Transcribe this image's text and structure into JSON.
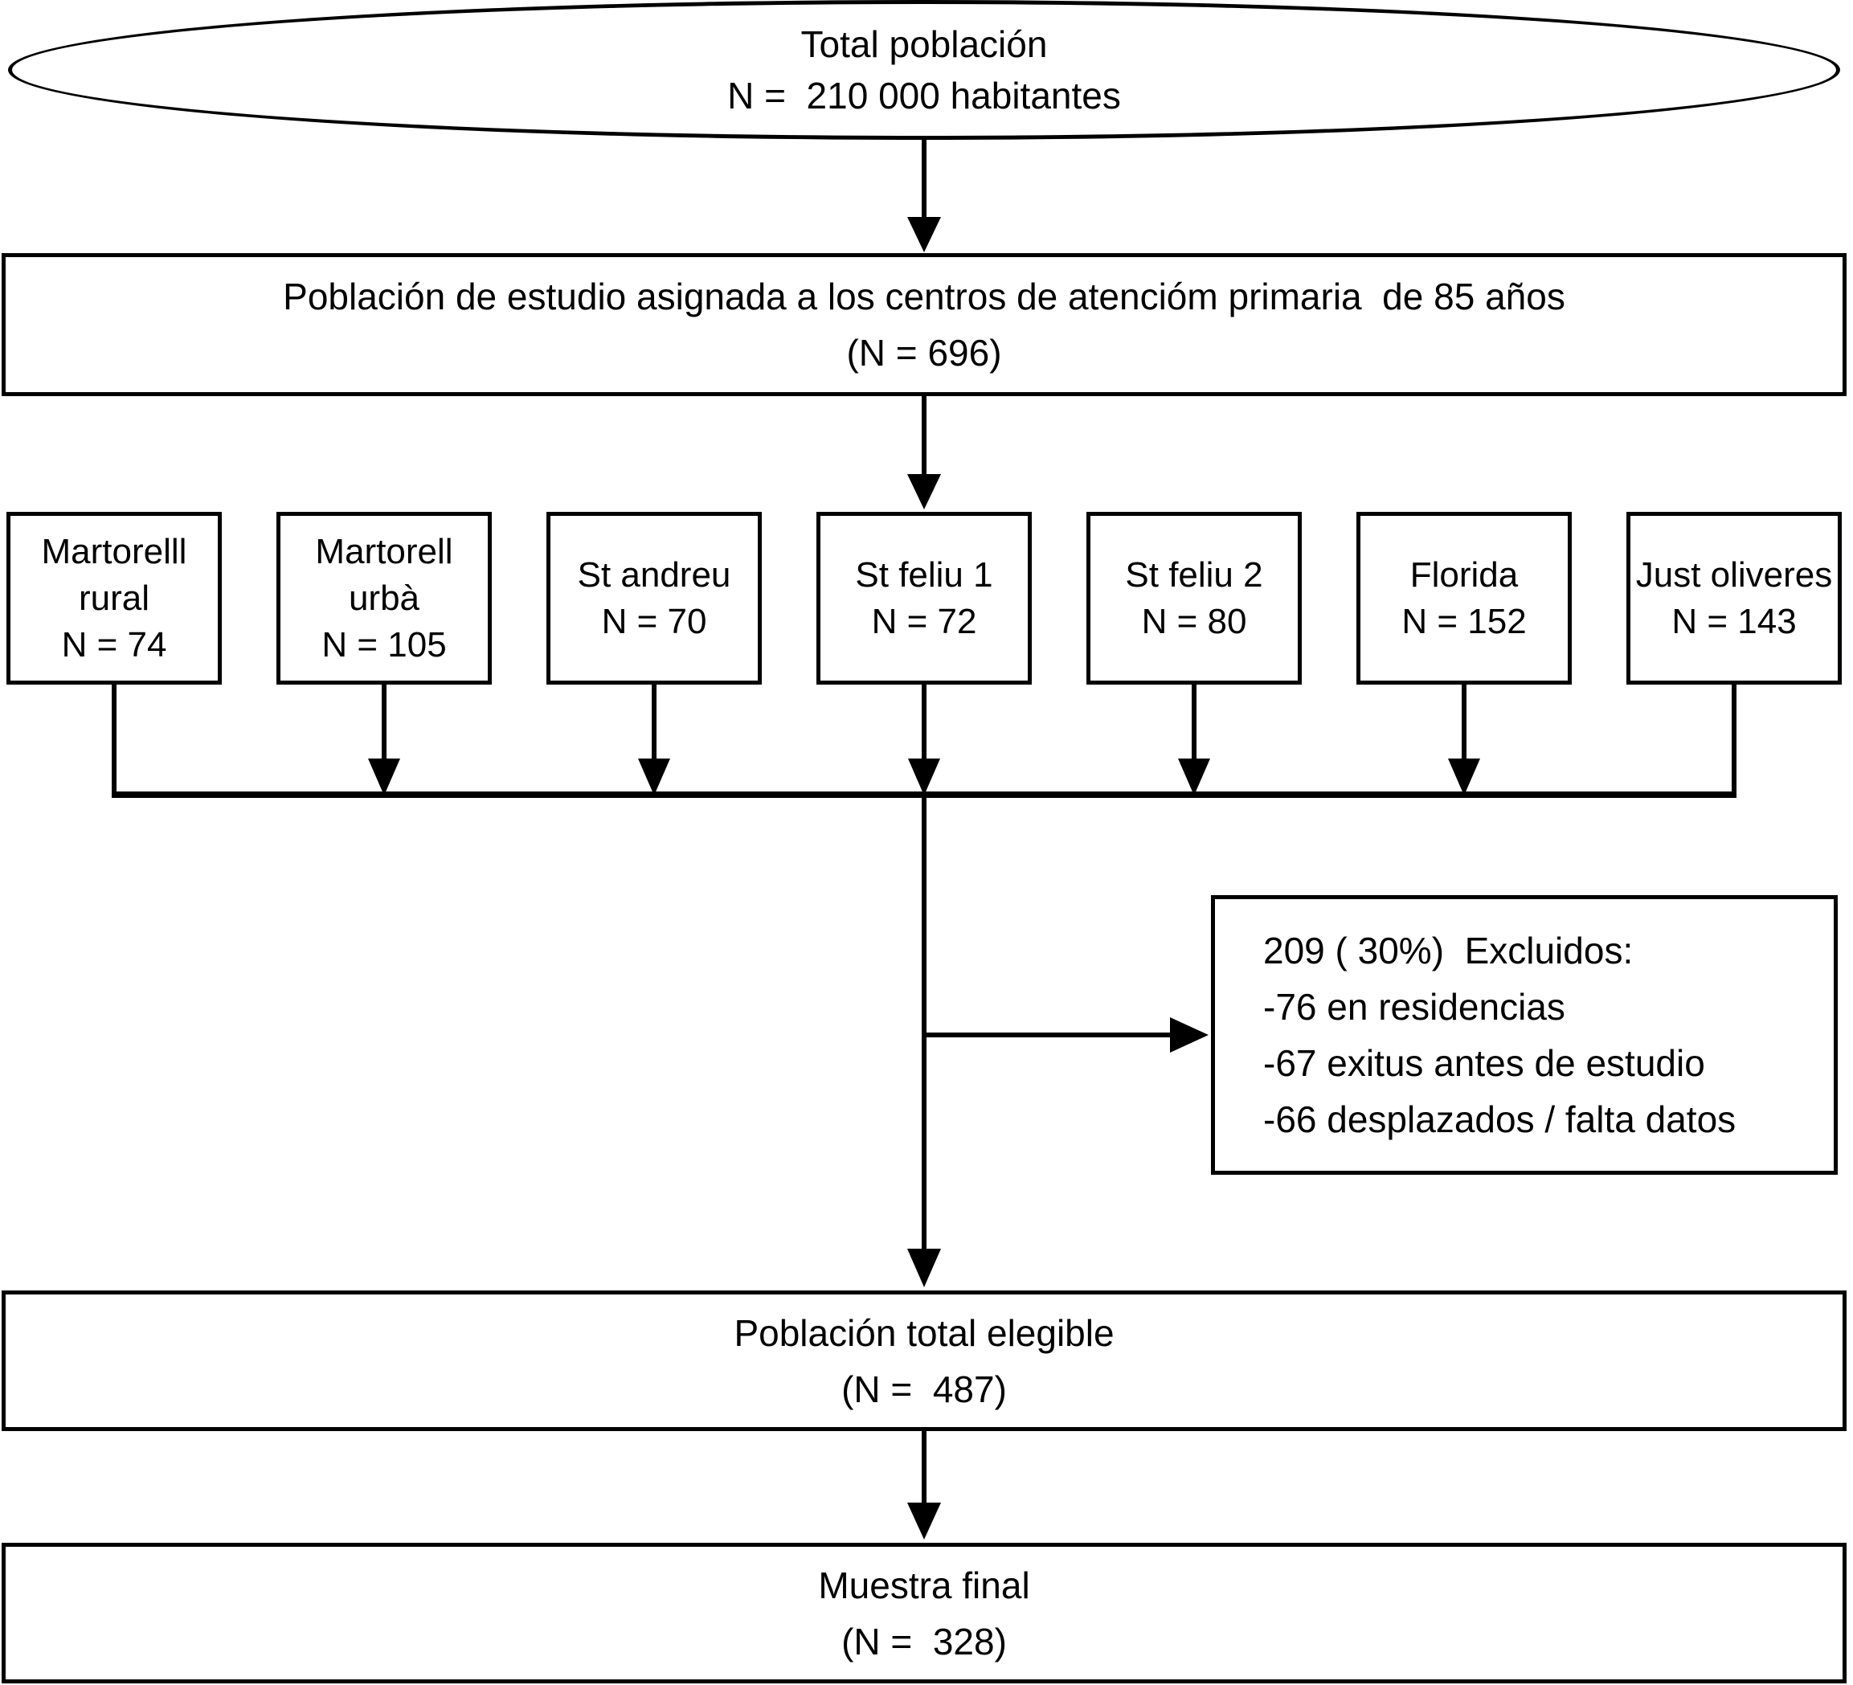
{
  "colors": {
    "ink": "#000000",
    "background": "#ffffff"
  },
  "total_ellipse": {
    "line1": "Total población",
    "line2": "N =  210 000 habitantes"
  },
  "study_box": {
    "line1": "Población de estudio asignada a los centros de atencióm primaria  de 85 años",
    "line2": "(N = 696)"
  },
  "centers": [
    {
      "name": "Martorelll rural",
      "n": "N = 74"
    },
    {
      "name": "Martorell urbà",
      "n": "N = 105"
    },
    {
      "name": "St andreu",
      "n": "N = 70"
    },
    {
      "name": "St feliu 1",
      "n": "N = 72"
    },
    {
      "name": "St feliu 2",
      "n": "N = 80"
    },
    {
      "name": "Florida",
      "n": "N = 152"
    },
    {
      "name": "Just oliveres",
      "n": "N = 143"
    }
  ],
  "exclusion_box": {
    "line1": "209 ( 30%)  Excluidos:",
    "line2": "-76 en residencias",
    "line3": "-67 exitus antes de estudio",
    "line4": "-66 desplazados / falta datos"
  },
  "eligible_box": {
    "line1": "Población total elegible",
    "line2": "(N =  487)"
  },
  "final_box": {
    "line1": "Muestra final",
    "line2": "(N =  328)"
  }
}
